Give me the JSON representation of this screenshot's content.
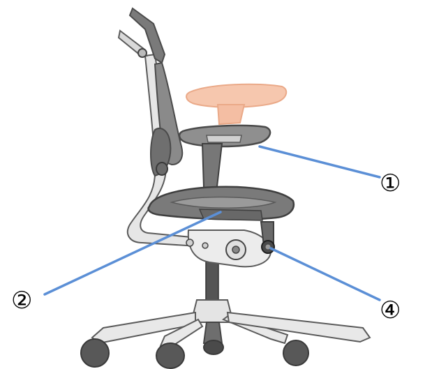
{
  "callouts": [
    {
      "id": "1",
      "label": "①"
    },
    {
      "id": "2",
      "label": "②"
    },
    {
      "id": "4",
      "label": "④"
    }
  ],
  "colors": {
    "leader_line": "#5b8fd6",
    "chair_outline": "#5a5a5a",
    "chair_dark": "#6b6b6b",
    "frame_light": "#e4e4e4",
    "caster": "#585858",
    "raised_armrest": "#f2b08e"
  },
  "icons": {
    "chair": "office-chair-side-view",
    "knob": "tension-knob"
  }
}
